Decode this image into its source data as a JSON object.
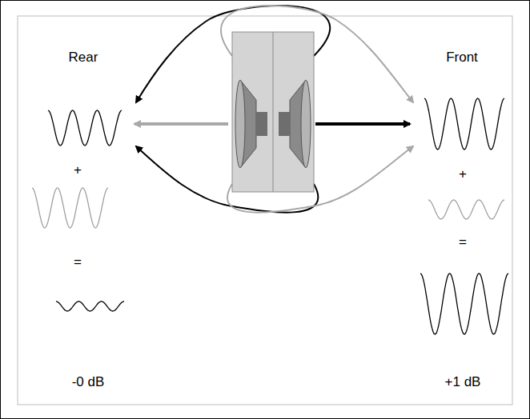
{
  "diagram": {
    "labels": [
      "Rear",
      "Front",
      "+",
      "+",
      "=",
      "=",
      "-0 dB",
      "+1 dB"
    ]
  }
}
